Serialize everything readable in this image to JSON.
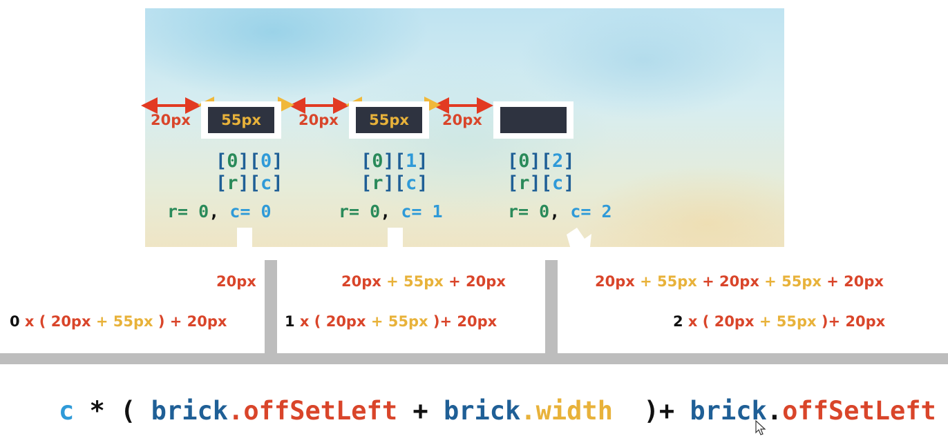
{
  "gap_label": "20px",
  "width_label": "55px",
  "bricks": [
    {
      "row": "0",
      "col": "0",
      "r_label": "r",
      "c_label": "c",
      "r_text": "r= ",
      "c_text": "c= ",
      "sep": ", "
    },
    {
      "row": "0",
      "col": "1",
      "r_label": "r",
      "c_label": "c",
      "r_text": "r= ",
      "c_text": "c= ",
      "sep": ", "
    },
    {
      "row": "0",
      "col": "2",
      "r_label": "r",
      "c_label": "c",
      "r_text": "r= ",
      "c_text": "c= ",
      "sep": ", "
    }
  ],
  "sums": {
    "col0": "20px",
    "col1": [
      "20px",
      " + ",
      "55px",
      " + 20px"
    ],
    "col2": [
      "20px",
      " + ",
      "55px",
      " + 20px",
      " + ",
      "55px",
      " + 20px"
    ]
  },
  "exprs": [
    {
      "mult": "0",
      "x": " x ( ",
      "a": "20px",
      "plus": " + ",
      "b": "55px",
      "tail": " ) + 20px"
    },
    {
      "mult": "1",
      "x": " x ( ",
      "a": "20px",
      "plus": " + ",
      "b": "55px",
      "tail": " )+ 20px"
    },
    {
      "mult": "2",
      "x": " x ( ",
      "a": "20px",
      "plus": " + ",
      "b": "55px",
      "tail": " )+ 20px"
    }
  ],
  "formula": {
    "c": "c",
    "op1": " * ( ",
    "obj1": "brick",
    "dot1": ".",
    "prop1": "offSetLeft",
    "op2": " + ",
    "obj2": "brick",
    "dot2": ".",
    "prop2": "width",
    "op3": "  )+ ",
    "obj3": "brick",
    "dot3": ".",
    "prop3": "offSetLeft"
  },
  "colors": {
    "red": "#d9452a",
    "yellow": "#e8b23a",
    "green": "#2a8a5a",
    "cyan": "#2f9ad8",
    "navy": "#1f5f96"
  }
}
